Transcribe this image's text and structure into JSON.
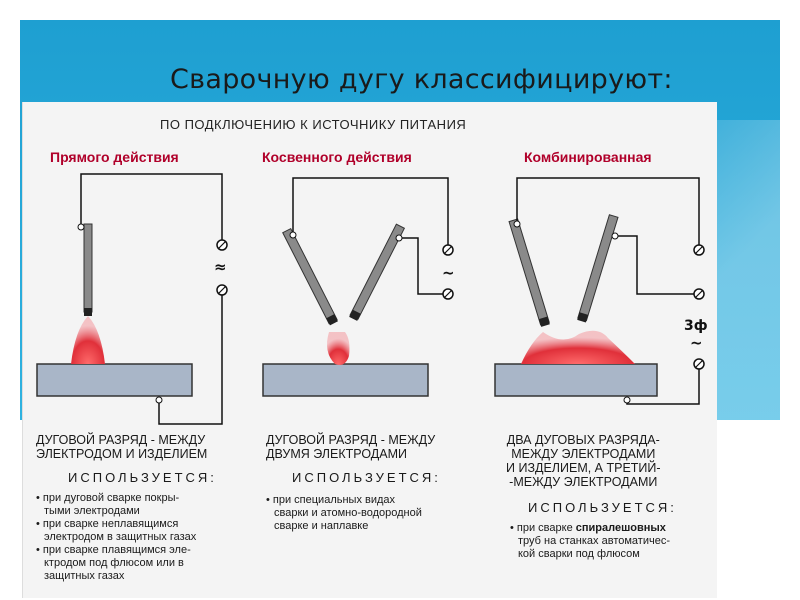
{
  "slide": {
    "title": "Сварочную дугу классифицируют:",
    "header": "ПО ПОДКЛЮЧЕНИЮ К ИСТОЧНИКУ ПИТАНИЯ"
  },
  "columns": [
    {
      "subtitle": "Прямого действия",
      "description": [
        "ДУГОВОЙ РАЗРЯД - МЕЖДУ",
        "ЭЛЕКТРОДОМ И ИЗДЕЛИЕМ"
      ],
      "uses_label": "ИСПОЛЬЗУЕТСЯ:",
      "bullets": [
        [
          "•  при дуговой сварке покры-",
          "тыми электродами"
        ],
        [
          "•  при сварке неплавящимся",
          "электродом в защитных газах"
        ],
        [
          "•  при сварке плавящимся эле-",
          "ктродом под флюсом или в",
          "защитных газах"
        ]
      ],
      "symbol": "≈"
    },
    {
      "subtitle": "Косвенного действия",
      "description": [
        "ДУГОВОЙ РАЗРЯД - МЕЖДУ",
        "ДВУМЯ ЭЛЕКТРОДАМИ"
      ],
      "uses_label": "ИСПОЛЬЗУЕТСЯ:",
      "bullets": [
        [
          "•  при специальных видах",
          "сварки и атомно-водородной",
          "сварке и наплавке"
        ]
      ],
      "symbol": "~"
    },
    {
      "subtitle": "Комбинированная",
      "description": [
        "ДВА ДУГОВЫХ РАЗРЯДА-",
        "МЕЖДУ ЭЛЕКТРОДАМИ",
        "И ИЗДЕЛИЕМ, А ТРЕТИЙ-",
        "-МЕЖДУ ЭЛЕКТРОДАМИ"
      ],
      "uses_label": "ИСПОЛЬЗУЕТСЯ:",
      "bullet_prefix": "•  при сварке ",
      "bullet_bold": "спиралешовных",
      "bullet_rest": [
        "труб на станках автоматичес-",
        "кой сварки под флюсом"
      ],
      "symbol_top": "3ф",
      "symbol": "~"
    }
  ],
  "colors": {
    "band": "#1e9fd1",
    "subtitle": "#b0002a",
    "electrode": "#8a8a8a",
    "plate": "#a9b6c8",
    "arc": "#e0303a"
  }
}
